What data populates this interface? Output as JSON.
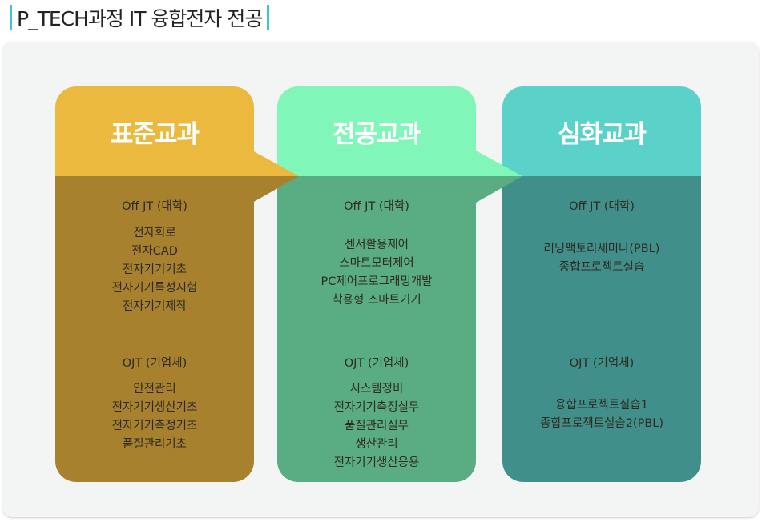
{
  "title": "P_TECH과정 IT 융합전자 전공",
  "cards": [
    {
      "title": "표준교과",
      "head_color": "#ecb93f",
      "body_color": "#a8812f",
      "offjt": {
        "label": "Off JT (대학)",
        "items": [
          "전자회로",
          "전자CAD",
          "전자기기기초",
          "전자기기특성시험",
          "전자기기제작"
        ]
      },
      "ojt": {
        "label": "OJT (기업체)",
        "items": [
          "안전관리",
          "전자기기생산기초",
          "전자기기측정기초",
          "품질관리기초"
        ]
      }
    },
    {
      "title": "전공교과",
      "head_color": "#80f6b9",
      "body_color": "#5aad82",
      "offjt": {
        "label": "Off JT (대학)",
        "items": [
          "센서활용제어",
          "스마트모터제어",
          "PC제어프로그래밍개발",
          "착용형 스마트기기"
        ]
      },
      "ojt": {
        "label": "OJT (기업체)",
        "items": [
          "시스템정비",
          "전자기기측정실무",
          "품질관리실무",
          "생산관리",
          "전자기기생산응용"
        ]
      }
    },
    {
      "title": "심화교과",
      "head_color": "#5bd2c9",
      "body_color": "#418f8a",
      "offjt": {
        "label": "Off JT (대학)",
        "items": [
          "러닝팩토리세미나(PBL)",
          "종합프로젝트실습"
        ]
      },
      "ojt": {
        "label": "OJT (기업체)",
        "items": [
          "융합프로젝트실습1",
          "종합프로젝트실습2(PBL)"
        ]
      }
    }
  ]
}
